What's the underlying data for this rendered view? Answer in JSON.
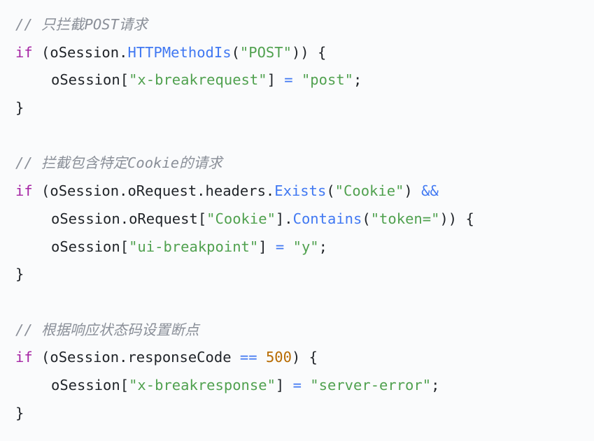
{
  "code": {
    "lines": [
      {
        "tokens": [
          {
            "t": "comment",
            "v": "// 只拦截POST请求"
          }
        ]
      },
      {
        "tokens": [
          {
            "t": "kw",
            "v": "if"
          },
          {
            "t": "plain",
            "v": " (oSession."
          },
          {
            "t": "fn",
            "v": "HTTPMethodIs"
          },
          {
            "t": "plain",
            "v": "("
          },
          {
            "t": "str",
            "v": "\"POST\""
          },
          {
            "t": "plain",
            "v": ")) {"
          }
        ]
      },
      {
        "indent": true,
        "tokens": [
          {
            "t": "plain",
            "v": "oSession["
          },
          {
            "t": "str",
            "v": "\"x-breakrequest\""
          },
          {
            "t": "plain",
            "v": "] "
          },
          {
            "t": "op",
            "v": "="
          },
          {
            "t": "plain",
            "v": " "
          },
          {
            "t": "str",
            "v": "\"post\""
          },
          {
            "t": "plain",
            "v": ";"
          }
        ]
      },
      {
        "tokens": [
          {
            "t": "plain",
            "v": "}"
          }
        ]
      },
      {
        "tokens": []
      },
      {
        "tokens": [
          {
            "t": "comment",
            "v": "// 拦截包含特定Cookie的请求"
          }
        ]
      },
      {
        "tokens": [
          {
            "t": "kw",
            "v": "if"
          },
          {
            "t": "plain",
            "v": " (oSession.oRequest.headers."
          },
          {
            "t": "fn",
            "v": "Exists"
          },
          {
            "t": "plain",
            "v": "("
          },
          {
            "t": "str",
            "v": "\"Cookie\""
          },
          {
            "t": "plain",
            "v": ") "
          },
          {
            "t": "op",
            "v": "&&"
          }
        ]
      },
      {
        "indent": true,
        "tokens": [
          {
            "t": "plain",
            "v": "oSession.oRequest["
          },
          {
            "t": "str",
            "v": "\"Cookie\""
          },
          {
            "t": "plain",
            "v": "]."
          },
          {
            "t": "fn",
            "v": "Contains"
          },
          {
            "t": "plain",
            "v": "("
          },
          {
            "t": "str",
            "v": "\"token=\""
          },
          {
            "t": "plain",
            "v": ")) {"
          }
        ]
      },
      {
        "indent": true,
        "tokens": [
          {
            "t": "plain",
            "v": "oSession["
          },
          {
            "t": "str",
            "v": "\"ui-breakpoint\""
          },
          {
            "t": "plain",
            "v": "] "
          },
          {
            "t": "op",
            "v": "="
          },
          {
            "t": "plain",
            "v": " "
          },
          {
            "t": "str",
            "v": "\"y\""
          },
          {
            "t": "plain",
            "v": ";"
          }
        ]
      },
      {
        "tokens": [
          {
            "t": "plain",
            "v": "}"
          }
        ]
      },
      {
        "tokens": []
      },
      {
        "tokens": [
          {
            "t": "comment",
            "v": "// 根据响应状态码设置断点"
          }
        ]
      },
      {
        "tokens": [
          {
            "t": "kw",
            "v": "if"
          },
          {
            "t": "plain",
            "v": " (oSession.responseCode "
          },
          {
            "t": "op",
            "v": "=="
          },
          {
            "t": "plain",
            "v": " "
          },
          {
            "t": "num",
            "v": "500"
          },
          {
            "t": "plain",
            "v": ") {"
          }
        ]
      },
      {
        "indent": true,
        "tokens": [
          {
            "t": "plain",
            "v": "oSession["
          },
          {
            "t": "str",
            "v": "\"x-breakresponse\""
          },
          {
            "t": "plain",
            "v": "] "
          },
          {
            "t": "op",
            "v": "="
          },
          {
            "t": "plain",
            "v": " "
          },
          {
            "t": "str",
            "v": "\"server-error\""
          },
          {
            "t": "plain",
            "v": ";"
          }
        ]
      },
      {
        "tokens": [
          {
            "t": "plain",
            "v": "}"
          }
        ]
      }
    ]
  }
}
